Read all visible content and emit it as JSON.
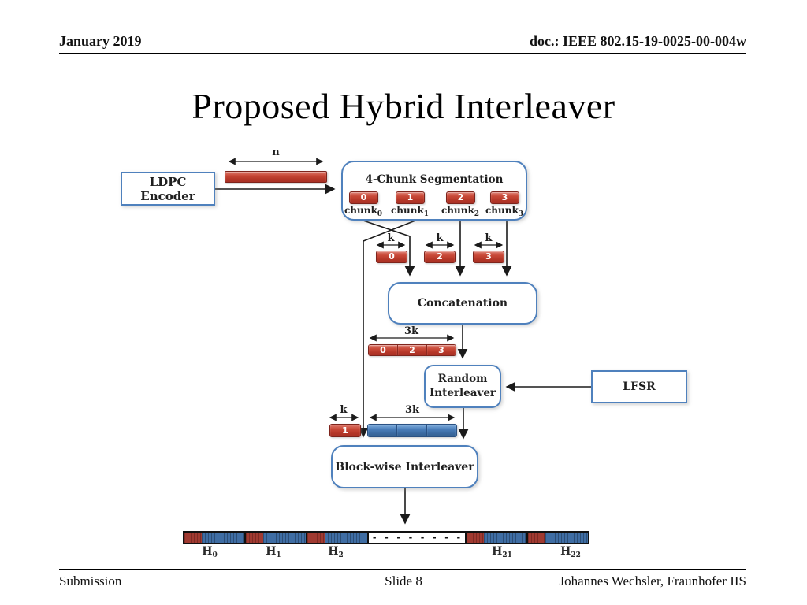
{
  "header": {
    "date": "January 2019",
    "doc_id": "doc.: IEEE 802.15-19-0025-00-004w"
  },
  "slide_title": "Proposed Hybrid Interleaver",
  "footer": {
    "left": "Submission",
    "center": "Slide 8",
    "right": "Johannes Wechsler, Fraunhofer IIS"
  },
  "diagram": {
    "ldpc_box": "LDPC Encoder",
    "segmentation_box": "4-Chunk Segmentation",
    "concatenation_box": "Concatenation",
    "random_box_line1": "Random",
    "random_box_line2": "Interleaver",
    "lfsr_box": "LFSR",
    "blockwise_box": "Block-wise Interleaver",
    "labels": {
      "n": "n",
      "k": "k",
      "threek": "3k"
    },
    "chunk_prefix": "chunk",
    "top_chunks": [
      "0",
      "1",
      "2",
      "3"
    ],
    "mid_chunks": [
      "0",
      "2",
      "3"
    ],
    "concat_chunks": [
      "0",
      "2",
      "3"
    ],
    "single_chunk": "1",
    "dashes": "- - - - - - - -",
    "h_prefix": "H",
    "h_subs": [
      "0",
      "1",
      "2",
      "21",
      "22"
    ],
    "colors": {
      "box_border": "#4f81bd",
      "chunk_red": "#c2413b",
      "chunk_blue": "#4a7ebb",
      "line": "#1b1b1b"
    }
  }
}
